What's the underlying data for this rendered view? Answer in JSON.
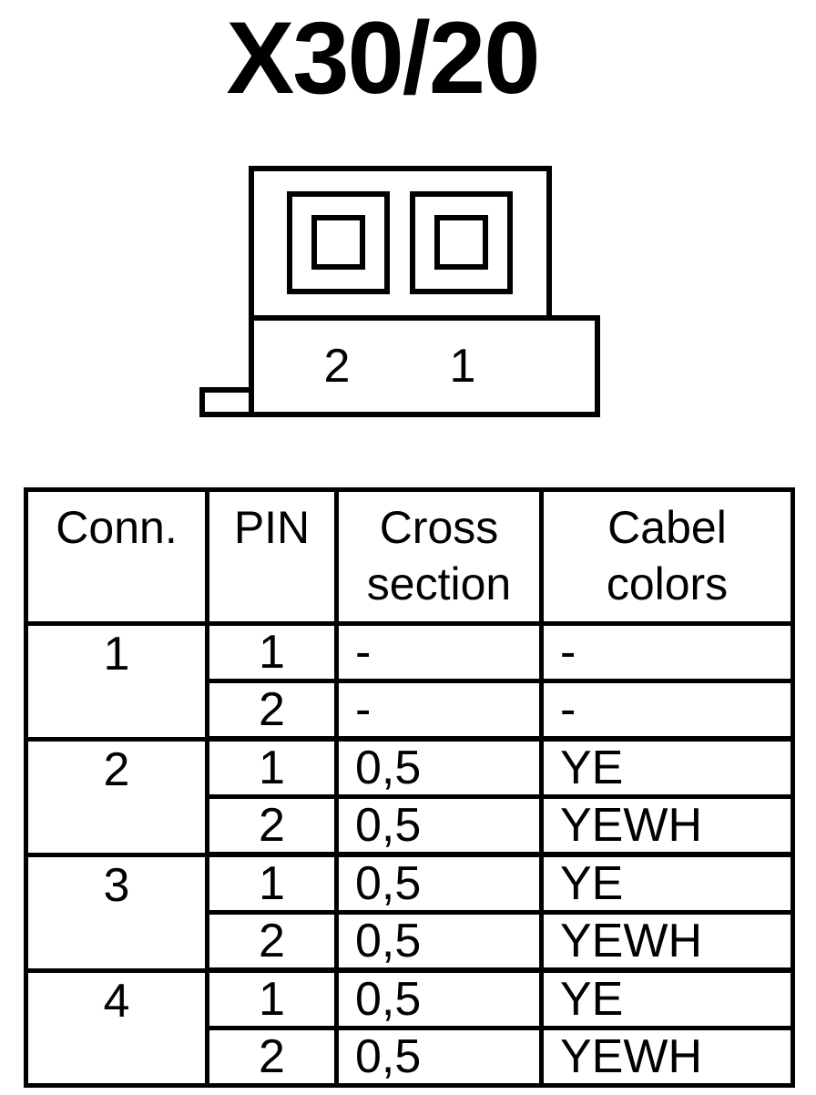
{
  "title": "X30/20",
  "connector": {
    "pin_labels": [
      "2",
      "1"
    ]
  },
  "table": {
    "headers": {
      "conn": "Conn.",
      "pin": "PIN",
      "cross_section_line1": "Cross",
      "cross_section_line2": "section",
      "cable_colors_line1": "Cabel",
      "cable_colors_line2": "colors"
    },
    "rows": [
      {
        "conn": "1",
        "pins": [
          {
            "pin": "1",
            "cross_section": "-",
            "color": "-"
          },
          {
            "pin": "2",
            "cross_section": "-",
            "color": "-"
          }
        ]
      },
      {
        "conn": "2",
        "pins": [
          {
            "pin": "1",
            "cross_section": "0,5",
            "color": "YE"
          },
          {
            "pin": "2",
            "cross_section": "0,5",
            "color": "YEWH"
          }
        ]
      },
      {
        "conn": "3",
        "pins": [
          {
            "pin": "1",
            "cross_section": "0,5",
            "color": "YE"
          },
          {
            "pin": "2",
            "cross_section": "0,5",
            "color": "YEWH"
          }
        ]
      },
      {
        "conn": "4",
        "pins": [
          {
            "pin": "1",
            "cross_section": "0,5",
            "color": "YE"
          },
          {
            "pin": "2",
            "cross_section": "0,5",
            "color": "YEWH"
          }
        ]
      }
    ]
  }
}
